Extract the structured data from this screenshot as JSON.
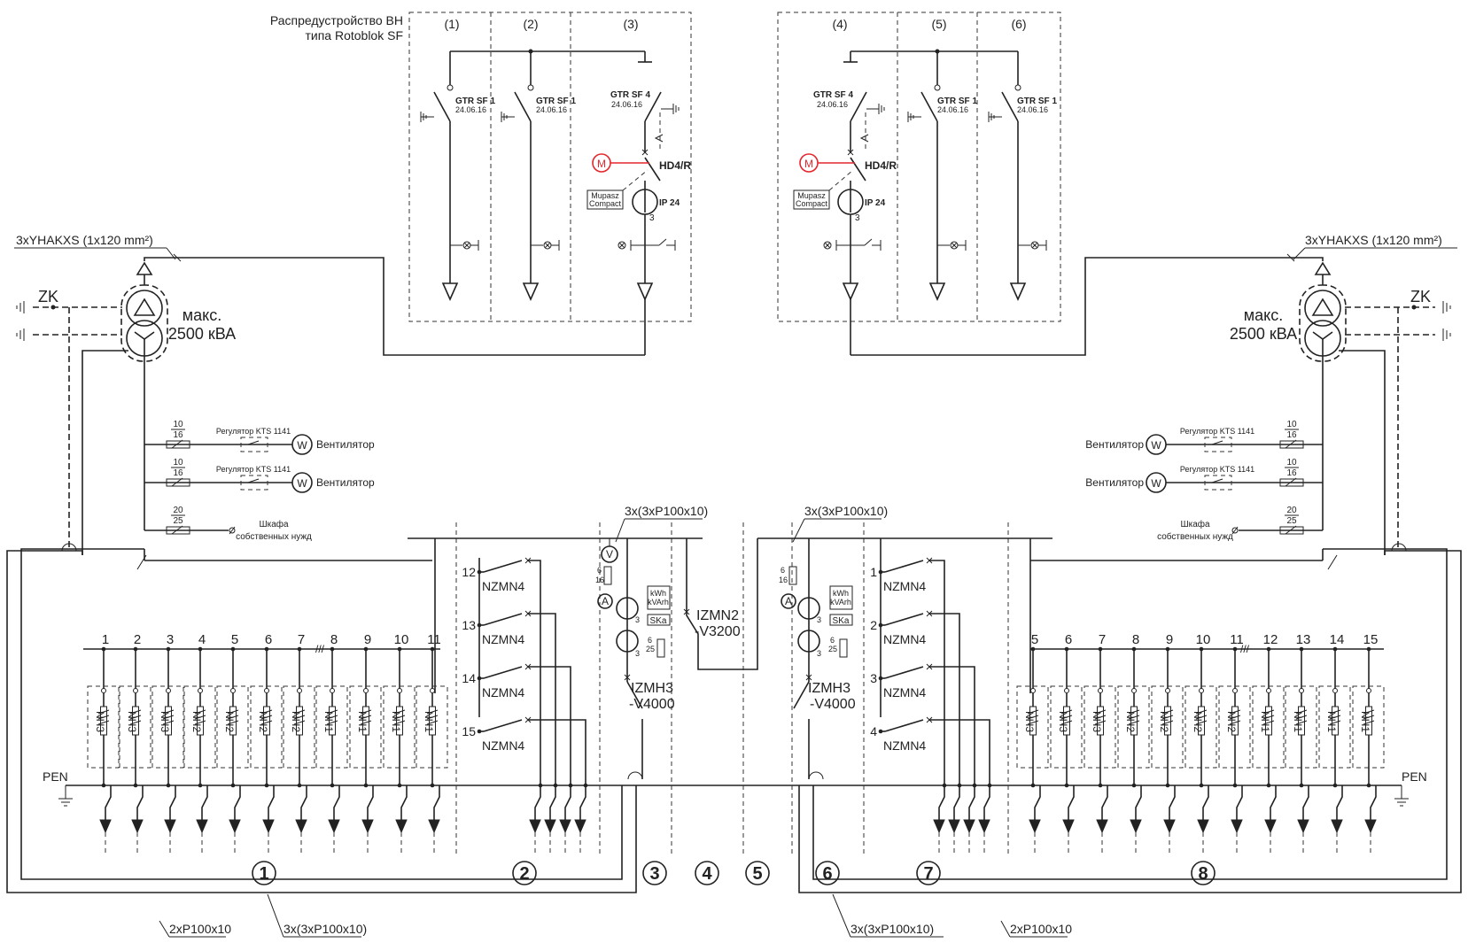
{
  "header": {
    "line1": "Распредустройство ВН",
    "line2": "типа Rotoblok SF"
  },
  "cells_left": [
    "(1)",
    "(2)",
    "(3)"
  ],
  "cells_right": [
    "(4)",
    "(5)",
    "(6)"
  ],
  "switch": {
    "sf1": "GTR SF 1",
    "sf4": "GTR SF 4",
    "date": "24.06.16",
    "breaker": "HD4/R",
    "ip": "IP 24",
    "motor": "M",
    "relay_1": "Mupasz",
    "relay_2": "Compact",
    "ct_ratio": "3"
  },
  "cable_label": "3xYHAKXS (1x120 mm²)",
  "transformer": {
    "ground": "ZK",
    "rating_1": "макс.",
    "rating_2": "2500 кВА"
  },
  "aux": {
    "regulator": "Регулятор KTS 1141",
    "fan": "Вентилятор",
    "fan_symbol": "W",
    "fuse_fan_top": "10",
    "fuse_fan_bot": "16",
    "fuse_aux_top": "20",
    "fuse_aux_bot": "25",
    "aux_1": "Шкафа",
    "aux_2": "собственных нужд"
  },
  "bus": {
    "label_3x": "3x(3xP100x10)",
    "label_2x": "2xP100x10",
    "pen": "PEN"
  },
  "breakers": {
    "feeder": "NZMN4",
    "incomer_1": "IZMH3",
    "incomer_2": "-V4000",
    "tie_1": "IZMN2",
    "tie_2": "-V3200"
  },
  "meters": {
    "voltmeter": "V",
    "ammeter": "A",
    "energy_1": "kWh",
    "energy_2": "kVArh",
    "ska": "SKa",
    "fuse_top": "6",
    "fuse_v": "16",
    "fuse_a": "25",
    "ct": "3"
  },
  "feeders_left": [
    "1",
    "2",
    "3",
    "4",
    "5",
    "6",
    "7",
    "8",
    "9",
    "10",
    "11"
  ],
  "fuses_left": [
    "NH3",
    "NH3",
    "NH3",
    "NH2",
    "NH2",
    "NH2",
    "NH2",
    "NH1",
    "NH1",
    "NH1",
    "NH1"
  ],
  "feeders_right": [
    "5",
    "6",
    "7",
    "8",
    "9",
    "10",
    "11",
    "12",
    "13",
    "14",
    "15"
  ],
  "fuses_right": [
    "NH3",
    "NH3",
    "NH3",
    "NH2",
    "NH2",
    "NH2",
    "NH2",
    "NH1",
    "NH1",
    "NH1",
    "NH1"
  ],
  "nzm_left": [
    "12",
    "13",
    "14",
    "15"
  ],
  "nzm_right": [
    "1",
    "2",
    "3",
    "4"
  ],
  "sections": [
    "1",
    "2",
    "3",
    "4",
    "5",
    "6",
    "7",
    "8"
  ]
}
